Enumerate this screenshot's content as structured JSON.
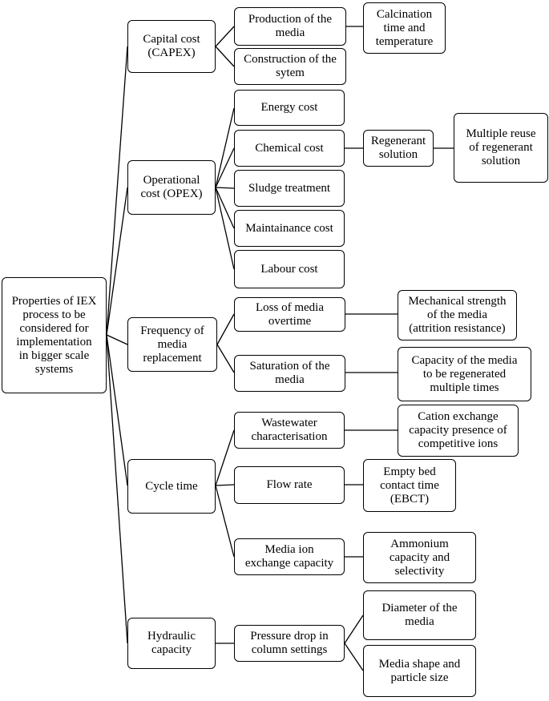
{
  "nodes": {
    "root": "Properties of IEX\nprocess to be\nconsidered for\nimplementation\nin bigger scale\nsystems",
    "capex": "Capital cost\n(CAPEX)",
    "production": "Production of the\nmedia",
    "calcination": "Calcination\ntime and\ntemperature",
    "construction": "Construction of the\nsytem",
    "opex": "Operational\ncost (OPEX)",
    "energy": "Energy cost",
    "chemical": "Chemical cost",
    "regenerant": "Regenerant\nsolution",
    "reuse": "Multiple reuse\nof regenerant\nsolution",
    "sludge": "Sludge treatment",
    "maintainance": "Maintainance cost",
    "labour": "Labour cost",
    "frequency": "Frequency of\nmedia\nreplacement",
    "loss": "Loss of media\novertime",
    "mechanical": "Mechanical strength\nof the media\n(attrition resistance)",
    "saturation": "Saturation of the\nmedia",
    "capacity_regen": "Capacity of the media\nto be regenerated\nmultiple times",
    "cycle": "Cycle time",
    "wastewater": "Wastewater\ncharacterisation",
    "cation": "Cation exchange\ncapacity presence of\ncompetitive ions",
    "flow": "Flow rate",
    "ebct": "Empty bed\ncontact time\n(EBCT)",
    "media_ion": "Media ion\nexchange capacity",
    "ammonium": "Ammonium\ncapacity and\nselectivity",
    "hydraulic": "Hydraulic\ncapacity",
    "pressure": "Pressure drop in\ncolumn settings",
    "diameter": "Diameter of the\nmedia",
    "shape": "Media shape and\nparticle size"
  }
}
